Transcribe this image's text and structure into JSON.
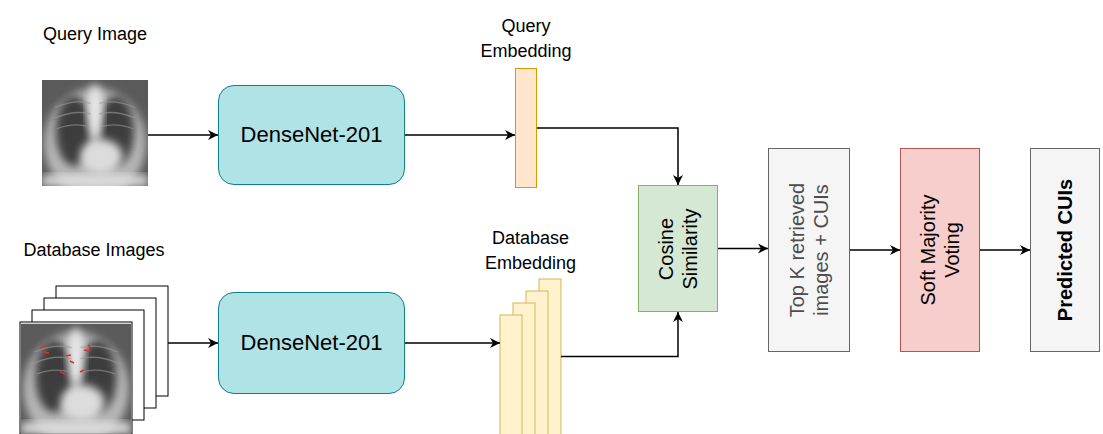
{
  "diagram": {
    "nodes": [
      {
        "text": [
          "Query Image"
        ]
      },
      {
        "text": [
          "DenseNet-201"
        ]
      },
      {
        "text": [
          "Query Embedding"
        ]
      },
      {
        "text": [
          "Database Images"
        ]
      },
      {
        "text": [
          "DenseNet-201"
        ]
      },
      {
        "text": [
          "Database Embedding"
        ]
      },
      {
        "text": [
          "Cosine Similarity"
        ]
      },
      {
        "text": [
          "Top K retrieved images + CUIs"
        ]
      },
      {
        "text": [
          "Soft Majority Voting"
        ]
      },
      {
        "text": [
          "Predicted CUIs"
        ]
      }
    ],
    "edges": [
      {
        "from": 0,
        "to": 1,
        "arrow": "to"
      },
      {
        "from": 1,
        "to": 2,
        "arrow": "to"
      },
      {
        "from": 2,
        "to": 6,
        "arrow": "to"
      },
      {
        "from": 3,
        "to": 4,
        "arrow": "to"
      },
      {
        "from": 4,
        "to": 5,
        "arrow": "to"
      },
      {
        "from": 5,
        "to": 6,
        "arrow": "to"
      },
      {
        "from": 6,
        "to": 7,
        "arrow": "to"
      },
      {
        "from": 7,
        "to": 8,
        "arrow": "to"
      },
      {
        "from": 8,
        "to": 9,
        "arrow": "to"
      }
    ]
  }
}
